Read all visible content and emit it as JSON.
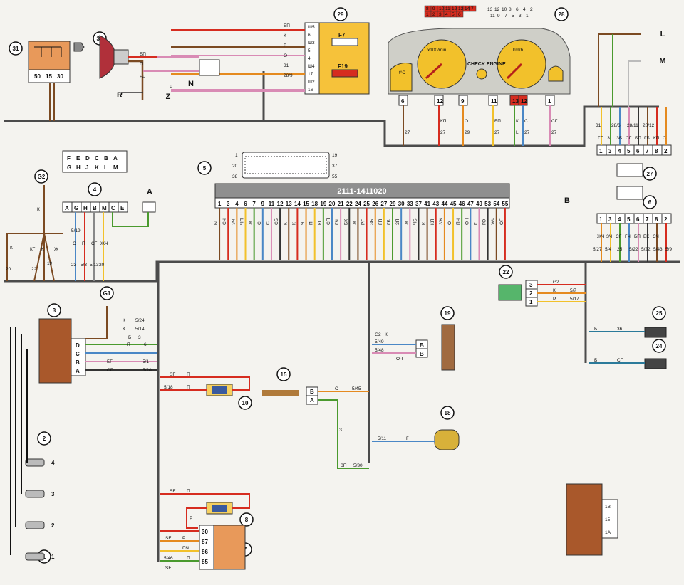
{
  "colors": {
    "harness": "#4b4b4b",
    "brown": "#7b4a22",
    "red": "#d62c1f",
    "orange": "#e58a1f",
    "yellow": "#f2c12b",
    "green": "#4a9a2e",
    "blue": "#4a87c6",
    "pink": "#d98bb5",
    "component_brown": "#a9582b",
    "fusebox": "#f6c23a",
    "cluster": "#cfcfc8",
    "ecu": "#8f8f8f"
  },
  "ecu": {
    "part_number": "2111-1411020",
    "pins": [
      "1",
      "3",
      "4",
      "6",
      "7",
      "9",
      "11",
      "12",
      "13",
      "14",
      "15",
      "18",
      "19",
      "20",
      "21",
      "22",
      "24",
      "25",
      "26",
      "27",
      "29",
      "30",
      "33",
      "37",
      "41",
      "43",
      "44",
      "45",
      "46",
      "47",
      "49",
      "53",
      "54",
      "55"
    ],
    "wire_labels": [
      "БГ",
      "СЧ",
      "ЗЧ",
      "ЧП",
      "Ж",
      "С",
      "С",
      "СБ",
      "К",
      "К",
      "Ч",
      "П",
      "КГ",
      "СП",
      "ГЧ",
      "БК",
      "Ж",
      "РГ",
      "ЗБ",
      "ГП",
      "ГБ",
      "ЗП",
      "Ж",
      "ЧБ",
      "К",
      "КП",
      "ЗЖ",
      "О",
      "ПЧ",
      "ОЧ",
      "Г",
      "ГО",
      "ЖЧ",
      "ОГ"
    ],
    "connector_top": [
      "1",
      "19"
    ],
    "connector_mid": [
      "20",
      "37"
    ],
    "connector_bot": [
      "38",
      "55"
    ]
  },
  "callouts": [
    "31",
    "30",
    "29",
    "28",
    "27",
    "6",
    "5",
    "4",
    "3",
    "2",
    "1",
    "22",
    "25",
    "24",
    "19",
    "18",
    "15",
    "10",
    "8",
    "7",
    "G1",
    "G2",
    "N",
    "Z",
    "R",
    "L",
    "M",
    "A",
    "B"
  ],
  "ignition_switch": {
    "pins": [
      "50",
      "15",
      "30"
    ]
  },
  "fusebox": {
    "fuses": [
      "F7",
      "F19"
    ],
    "pins": [
      "Ш5",
      "6",
      "Ш3",
      "5",
      "4",
      "Ш4",
      "17",
      "Ш2",
      "16"
    ],
    "wires": [
      "БП",
      "К",
      "Р",
      "О",
      "31",
      "28/9"
    ]
  },
  "ignition_lock_wires": [
    "БП",
    "П",
    "БЧ",
    "Р"
  ],
  "connector_28": {
    "row1": [
      "8",
      "9",
      "10",
      "11",
      "12",
      "13",
      "14",
      "7"
    ],
    "row2": [
      "1",
      "2",
      "3",
      "4",
      "5",
      "6"
    ],
    "row3": [
      "13",
      "12",
      "10",
      "8",
      "6",
      "4",
      "2"
    ],
    "row4": [
      "11",
      "9",
      "7",
      "5",
      "3",
      "1"
    ]
  },
  "cluster": {
    "gauge1": "x100/min",
    "gauge2": "km/h",
    "temp": "t°C",
    "warning": "CHECK ENGINE",
    "pins": [
      "6",
      "12",
      "9",
      "11",
      "13",
      "12",
      "1"
    ],
    "pin_wires": [
      "КП",
      "О",
      "БП",
      "К",
      "С",
      "СГ"
    ],
    "wire_nums": [
      "27",
      "27",
      "29",
      "27",
      "L",
      "27",
      "27"
    ]
  },
  "connector_6": {
    "pins": [
      "1",
      "3",
      "4",
      "5",
      "6",
      "7",
      "8",
      "2"
    ],
    "wires": [
      "ГП",
      "З",
      "ЗБ",
      "СГ",
      "БП",
      "ГБ",
      "КП",
      "С"
    ],
    "nums": [
      "31",
      "28/6",
      "28/11",
      "28/12"
    ]
  },
  "connector_6_lower": {
    "pins": [
      "1",
      "3",
      "4",
      "5",
      "6",
      "7",
      "8",
      "2"
    ],
    "wires": [
      "ЖЧ",
      "ЗЧ",
      "СГ",
      "ГЧ",
      "БП",
      "БК",
      "СЧ"
    ],
    "nums": [
      "5/27",
      "5/4",
      "25",
      "5/22",
      "5/22",
      "5/43",
      "5/9"
    ]
  },
  "connector_4": {
    "cells": [
      "A",
      "G",
      "H",
      "B",
      "M",
      "C",
      "E"
    ],
    "wires": [
      "С",
      "П",
      "СГ",
      "ЖЧ"
    ],
    "nums": [
      "23",
      "5/3",
      "5/13",
      "20"
    ]
  },
  "connector_layout": {
    "row1": [
      "F",
      "E",
      "D",
      "C",
      "B",
      "A"
    ],
    "row2": [
      "G",
      "H",
      "J",
      "K",
      "L",
      "M"
    ]
  },
  "coil_3": {
    "pins": [
      "D",
      "C",
      "B",
      "A"
    ],
    "wires": [
      "К",
      "К",
      "Б",
      "П",
      "БГ",
      "СП"
    ],
    "nums": [
      "5/24",
      "5/14",
      "3",
      "6",
      "5/1",
      "5/20"
    ]
  },
  "sensor_22": {
    "pins": [
      "3",
      "2",
      "1"
    ],
    "wires": [
      "G2",
      "К",
      "Р"
    ],
    "nums": [
      "5/7",
      "5/17"
    ]
  },
  "sensor_19": {
    "pins": [
      "Б",
      "В"
    ],
    "wires": [
      "G2",
      "К",
      "5/49",
      "5/48",
      "ОЧ"
    ]
  },
  "sensor_15": {
    "pins": [
      "В",
      "А"
    ],
    "wires": [
      "О",
      "5/45",
      "З",
      "ЗП",
      "5/30"
    ]
  },
  "sensor_18": {
    "wires": [
      "5/11",
      "Г"
    ]
  },
  "relay_7": {
    "pins": [
      "30",
      "87",
      "86",
      "85"
    ],
    "wires": [
      "SF",
      "Р",
      "ПЧ",
      "5/46",
      "П",
      "SF"
    ]
  },
  "heater_10": {
    "wires": [
      "SF",
      "П",
      "5/18",
      "П"
    ]
  },
  "fuse_8": {
    "wires": [
      "SF",
      "П",
      "Р"
    ]
  },
  "sensors_25_24": {
    "wires": [
      "Б",
      "36",
      "Б",
      "СГ"
    ]
  },
  "spark_plugs": [
    "4",
    "3",
    "2",
    "1"
  ],
  "module_right": {
    "pins": [
      "1В",
      "15",
      "1А"
    ]
  },
  "ground_G2": {
    "wires": [
      "К",
      "К",
      "КГ",
      "К",
      "Ж",
      "5/19",
      "19",
      "20",
      "22"
    ]
  }
}
